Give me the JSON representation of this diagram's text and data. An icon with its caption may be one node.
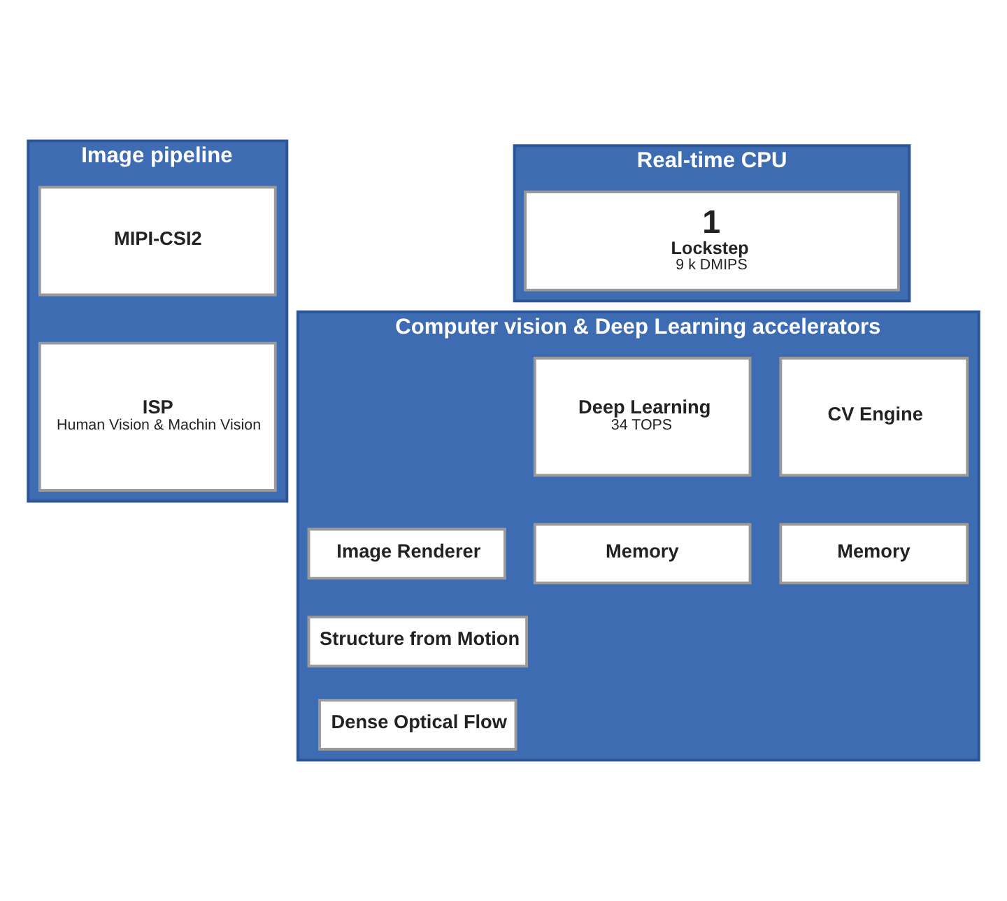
{
  "diagram": {
    "nodes": [
      {
        "text": [
          "Image pipeline"
        ]
      },
      {
        "text": [
          "MIPI-CSI2"
        ],
        "in": 0
      },
      {
        "text": [
          "ISP",
          "Human Vision & Machin Vision"
        ],
        "in": 0
      },
      {
        "text": [
          "Real-time CPU"
        ]
      },
      {
        "text": [
          "1",
          "Lockstep",
          "9 k DMIPS"
        ],
        "in": 3
      },
      {
        "text": [
          "Computer vision & Deep Learning accelerators"
        ]
      },
      {
        "text": [
          "Image Renderer"
        ],
        "in": 5
      },
      {
        "text": [
          "Structure from Motion"
        ],
        "in": 5
      },
      {
        "text": [
          "Dense Optical Flow"
        ],
        "in": 5
      },
      {
        "text": [
          "CV Engine"
        ],
        "in": 5
      },
      {
        "text": [
          "Memory"
        ],
        "in": 5
      },
      {
        "text": [
          "Deep Learning",
          "34 TOPS"
        ],
        "in": 5
      },
      {
        "text": [
          "Memory"
        ],
        "in": 5
      }
    ],
    "edges": []
  }
}
